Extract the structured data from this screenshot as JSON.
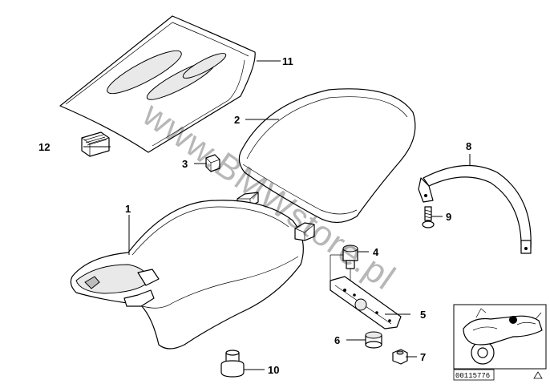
{
  "callouts": [
    {
      "id": "1",
      "label": "1"
    },
    {
      "id": "2",
      "label": "2"
    },
    {
      "id": "3",
      "label": "3"
    },
    {
      "id": "4",
      "label": "4"
    },
    {
      "id": "5",
      "label": "5"
    },
    {
      "id": "6",
      "label": "6"
    },
    {
      "id": "7",
      "label": "7"
    },
    {
      "id": "8",
      "label": "8"
    },
    {
      "id": "9",
      "label": "9"
    },
    {
      "id": "10",
      "label": "10"
    },
    {
      "id": "11",
      "label": "11"
    },
    {
      "id": "12",
      "label": "12"
    }
  ],
  "watermark": "www.BMWstore.pl",
  "reference_number": "00115776"
}
